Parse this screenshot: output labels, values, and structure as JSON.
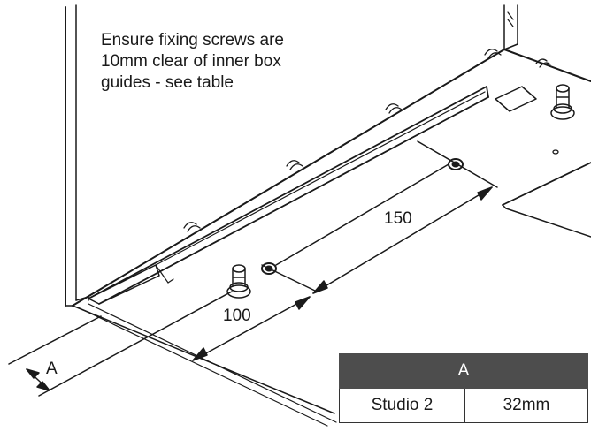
{
  "note": {
    "text": "Ensure fixing screws are\n10mm clear of inner box\nguides - see table"
  },
  "dimensions": {
    "spacing_upper": "150",
    "spacing_lower": "100",
    "offset_label": "A"
  },
  "table": {
    "header": "A",
    "rows": [
      {
        "model": "Studio 2",
        "value": "32mm"
      }
    ]
  }
}
